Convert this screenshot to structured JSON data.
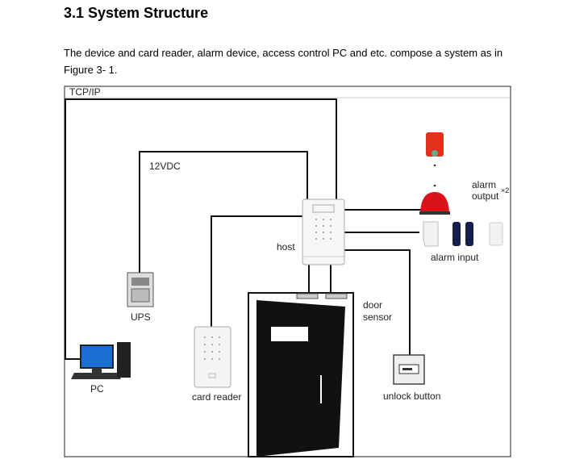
{
  "section": {
    "title": "3.1 System Structure",
    "intro": "The device and card reader, alarm device, access control PC and etc. compose a system as in Figure 3- 1."
  },
  "diagram": {
    "labels": {
      "tcpip": "TCP/IP",
      "power": "12VDC",
      "host": "host",
      "ups": "UPS",
      "pc": "PC",
      "card_reader": "card reader",
      "door_sensor_1": "door",
      "door_sensor_2": "sensor",
      "unlock_button": "unlock button",
      "alarm_output_1": "alarm",
      "alarm_output_2": "output",
      "alarm_output_count": "×2",
      "alarm_input": "alarm input"
    },
    "colors": {
      "siren": "#e0301e",
      "line": "#111111",
      "door": "#111111"
    }
  }
}
